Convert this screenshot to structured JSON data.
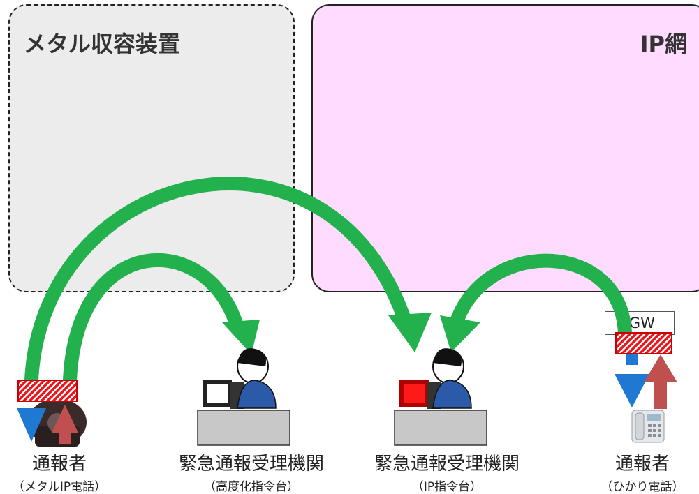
{
  "regions": {
    "metal": {
      "title": "メタル収容装置"
    },
    "ip": {
      "title": "IP網"
    }
  },
  "devices": {
    "hgw": {
      "label": "HGW"
    }
  },
  "nodes": {
    "caller_metal": {
      "name": "通報者",
      "sub": "（メタルIP電話）"
    },
    "agency_advanced": {
      "name": "緊急通報受理機関",
      "sub": "（高度化指令台）"
    },
    "agency_ip": {
      "name": "緊急通報受理機関",
      "sub": "（IP指令台）"
    },
    "caller_hikari": {
      "name": "通報者",
      "sub": "（ひかり電話）"
    }
  },
  "colors": {
    "arrow_green": "#22b14c",
    "down_arrow_blue": "#1f78d1",
    "up_arrow_red": "#c05050",
    "switch_red": "#e8161c",
    "metal_region_bg": "#ececec",
    "ip_region_bg": "#ffdcff"
  }
}
